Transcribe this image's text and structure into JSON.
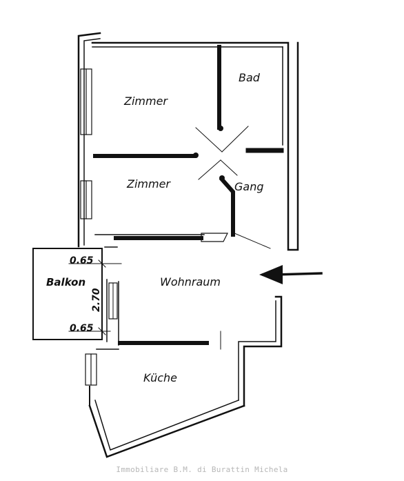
{
  "rooms": {
    "zimmer_1": "Zimmer",
    "zimmer_2": "Zimmer",
    "bad": "Bad",
    "gang": "Gang",
    "wohnraum": "Wohnraum",
    "kueche": "Küche",
    "balkon": "Balkon"
  },
  "dimensions": {
    "balkon_top": "0.65",
    "balkon_side": "2.70",
    "balkon_bottom": "0.65"
  },
  "watermark": "Immobiliare B.M. di Burattin Michela",
  "colors": {
    "wall": "#111111",
    "background": "#ffffff",
    "watermark": "#b7b7b7"
  }
}
